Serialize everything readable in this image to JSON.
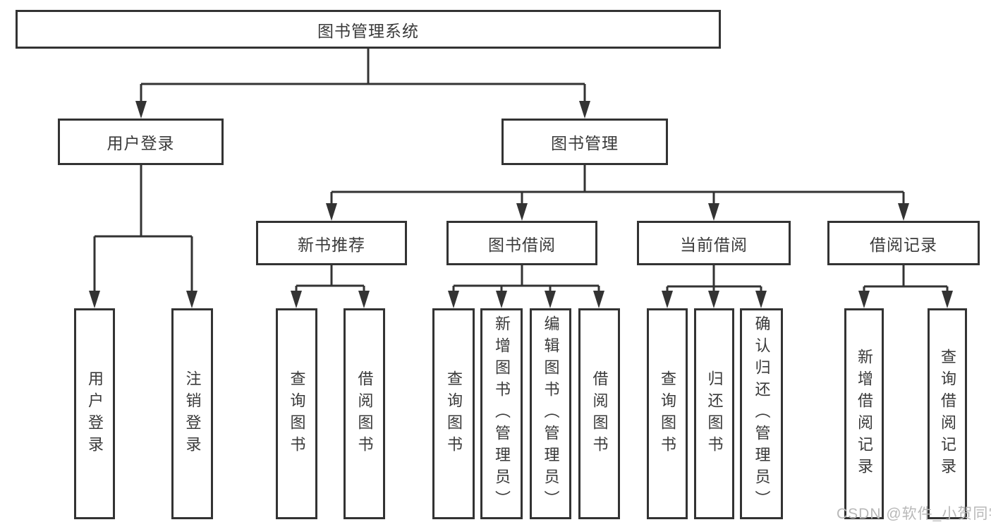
{
  "diagram": {
    "type": "hierarchy-tree",
    "colors": {
      "line": "#333333",
      "text": "#3a3a3a",
      "background": "#ffffff",
      "watermark": "#b8b8b8"
    },
    "nodes": {
      "root": "图书管理系统",
      "user_login": "用户登录",
      "book_management": "图书管理",
      "new_book_recommend": "新书推荐",
      "book_borrow": "图书借阅",
      "current_borrow": "当前借阅",
      "borrow_record": "借阅记录",
      "user_login_leaf": "用户登录",
      "logout_leaf": "注销登录",
      "nb_query_book": "查询图书",
      "nb_borrow_book": "借阅图书",
      "bb_query_book": "查询图书",
      "bb_add_book": "新增图书（管理员）",
      "bb_edit_book": "编辑图书（管理员）",
      "bb_borrow_book": "借阅图书",
      "cb_query_book": "查询图书",
      "cb_return_book": "归还图书",
      "cb_confirm_return": "确认归还（管理员）",
      "br_add_record": "新增借阅记录",
      "br_query_record": "查询借阅记录"
    },
    "watermark": "CSDN @软件_小贺同学"
  }
}
